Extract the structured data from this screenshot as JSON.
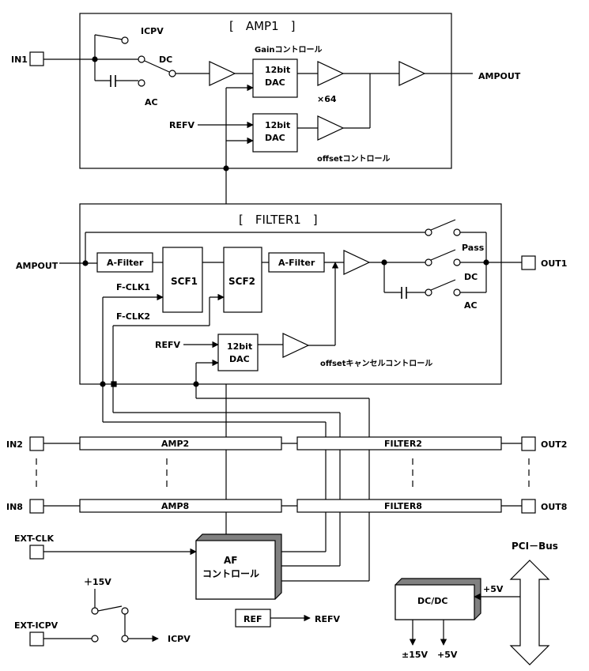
{
  "amp1": {
    "title": "[　AMP1　]",
    "icpv": "ICPV",
    "dc": "DC",
    "ac": "AC",
    "gain_ctrl": "Gainコントロール",
    "dac_a": "12bit",
    "dac_b": "DAC",
    "x64": "×64",
    "refv": "REFV",
    "offset_ctrl": "offsetコントロール",
    "ampout": "AMPOUT"
  },
  "filter1": {
    "title": "[　FILTER1　]",
    "ampout": "AMPOUT",
    "afilter": "A-Filter",
    "scf1": "SCF1",
    "scf2": "SCF2",
    "fclk1": "F-CLK1",
    "fclk2": "F-CLK2",
    "refv": "REFV",
    "dac_a": "12bit",
    "dac_b": "DAC",
    "offset_cancel": "offsetキャンセルコントロール",
    "pass": "Pass",
    "dc": "DC",
    "ac": "AC",
    "out1": "OUT1"
  },
  "ports": {
    "in1": "IN1",
    "in2": "IN2",
    "in8": "IN8",
    "out2": "OUT2",
    "out8": "OUT8",
    "ext_clk": "EXT-CLK",
    "ext_icpv": "EXT-ICPV"
  },
  "channels": {
    "amp2": "AMP2",
    "amp8": "AMP8",
    "filter2": "FILTER2",
    "filter8": "FILTER8"
  },
  "control": {
    "af_line1": "AF",
    "af_line2": "コントロール"
  },
  "power": {
    "plus15v": "＋15V",
    "icpv": "ICPV",
    "ref": "REF",
    "refv": "REFV",
    "pci_bus": "PCI－Bus",
    "dcdc": "DC/DC",
    "plus5v_in": "+5V",
    "pm15v": "±15V",
    "plus5v_out": "+5V"
  }
}
